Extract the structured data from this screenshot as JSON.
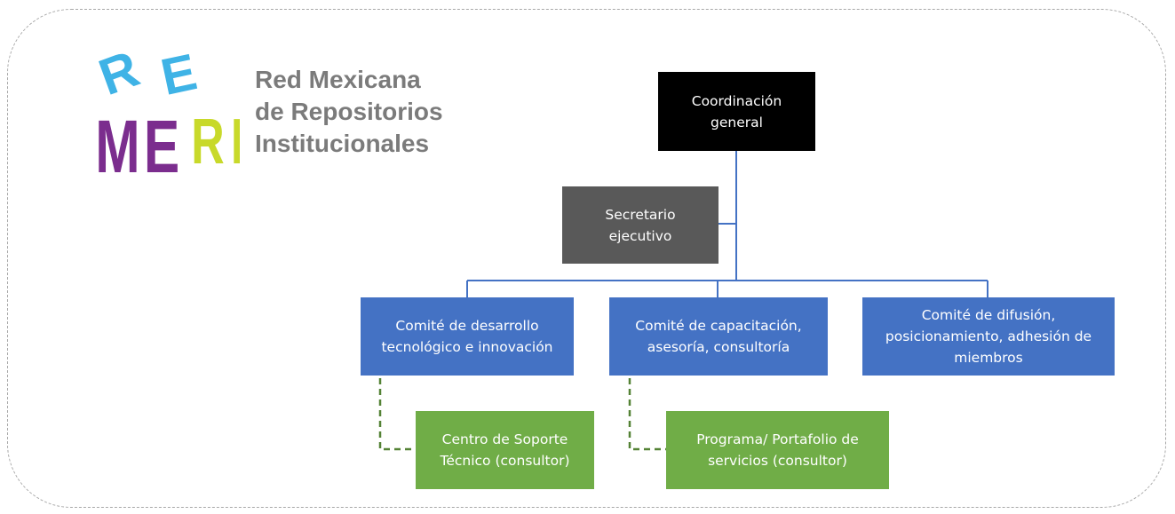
{
  "logo": {
    "letters": [
      "R",
      "E",
      "M",
      "E",
      "R",
      "I"
    ],
    "lines": [
      "Red Mexicana",
      "de Repositorios",
      "Institucionales"
    ]
  },
  "org_chart": {
    "coordination": "Coordinación\ngeneral",
    "secretary": "Secretario\nejecutivo",
    "committees": [
      "Comité de desarrollo\ntecnológico e innovación",
      "Comité de capacitación,\nasesoría, consultoría",
      "Comité de difusión,\nposicionamiento, adhesión de\nmiembros"
    ],
    "consultants": [
      "Centro de Soporte\nTécnico (consultor)",
      "Programa/ Portafolio de\nservicios (consultor)"
    ]
  },
  "colors": {
    "coordination": "#000000",
    "secretary": "#595959",
    "committee": "#4472c4",
    "consultant": "#70ad47",
    "solid_connector": "#4472c4",
    "dashed_connector": "#548235",
    "logo_cyan": "#3fb3e6",
    "logo_purple": "#7b2d8e",
    "logo_lime": "#c8d92a",
    "logo_text": "#7b7b7b"
  }
}
